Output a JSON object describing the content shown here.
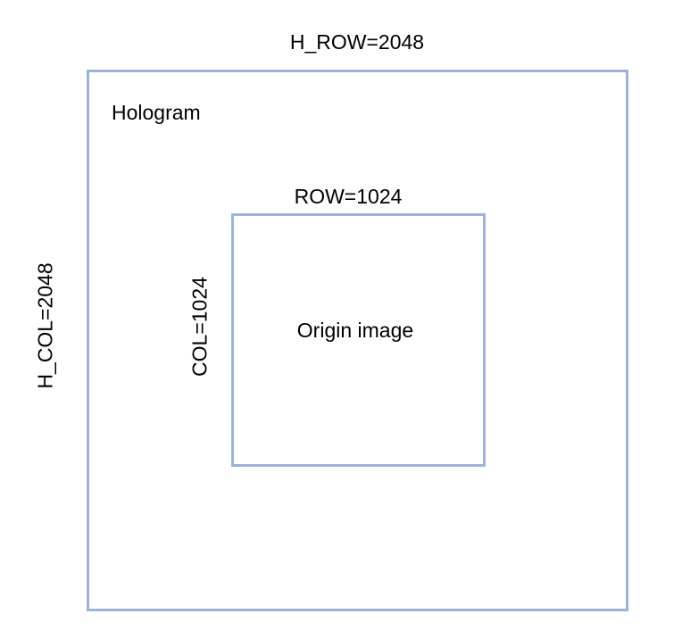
{
  "diagram": {
    "outer": {
      "name": "Hologram",
      "width_label": "H_ROW=2048",
      "height_label": "H_COL=2048"
    },
    "inner": {
      "name": "Origin image",
      "width_label": "ROW=1024",
      "height_label": "COL=1024"
    },
    "colors": {
      "box_border": "#9db3d6",
      "text": "#000000",
      "background": "#ffffff"
    }
  }
}
